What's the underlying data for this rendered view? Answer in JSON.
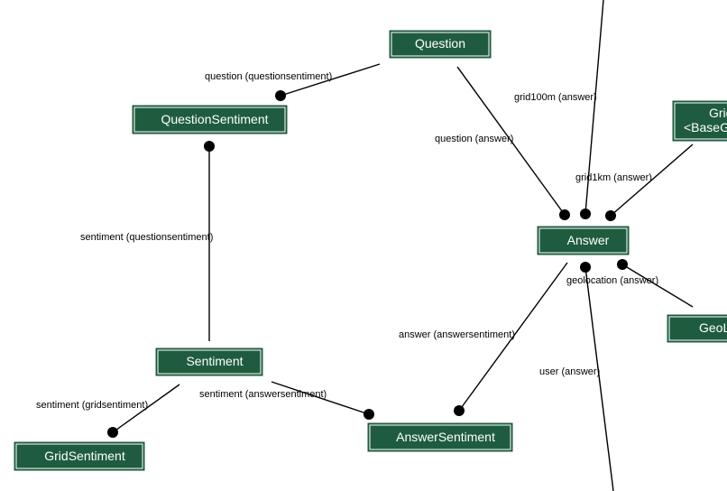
{
  "nodes": {
    "question": "Question",
    "question_sentiment": "QuestionSentiment",
    "sentiment": "Sentiment",
    "grid_sentiment": "GridSentiment",
    "answer_sentiment": "AnswerSentiment",
    "answer": "Answer",
    "grid_line1": "Grid",
    "grid_line2": "<BaseGr",
    "geolocation": "GeoL"
  },
  "edges": {
    "question_questionsentiment": "question (questionsentiment)",
    "sentiment_questionsentiment": "sentiment (questionsentiment)",
    "question_answer": "question (answer)",
    "grid100m_answer": "grid100m (answer)",
    "grid1km_answer": "grid1km (answer)",
    "geolocation_answer": "geolocation (answer)",
    "answer_answersentiment": "answer (answersentiment)",
    "user_answer": "user (answer)",
    "sentiment_answersentiment": "sentiment (answersentiment)",
    "sentiment_gridsentiment": "sentiment (gridsentiment)"
  },
  "colors": {
    "node_fill": "#1f5c3f",
    "node_text": "#ffffff",
    "edge": "#000000"
  }
}
